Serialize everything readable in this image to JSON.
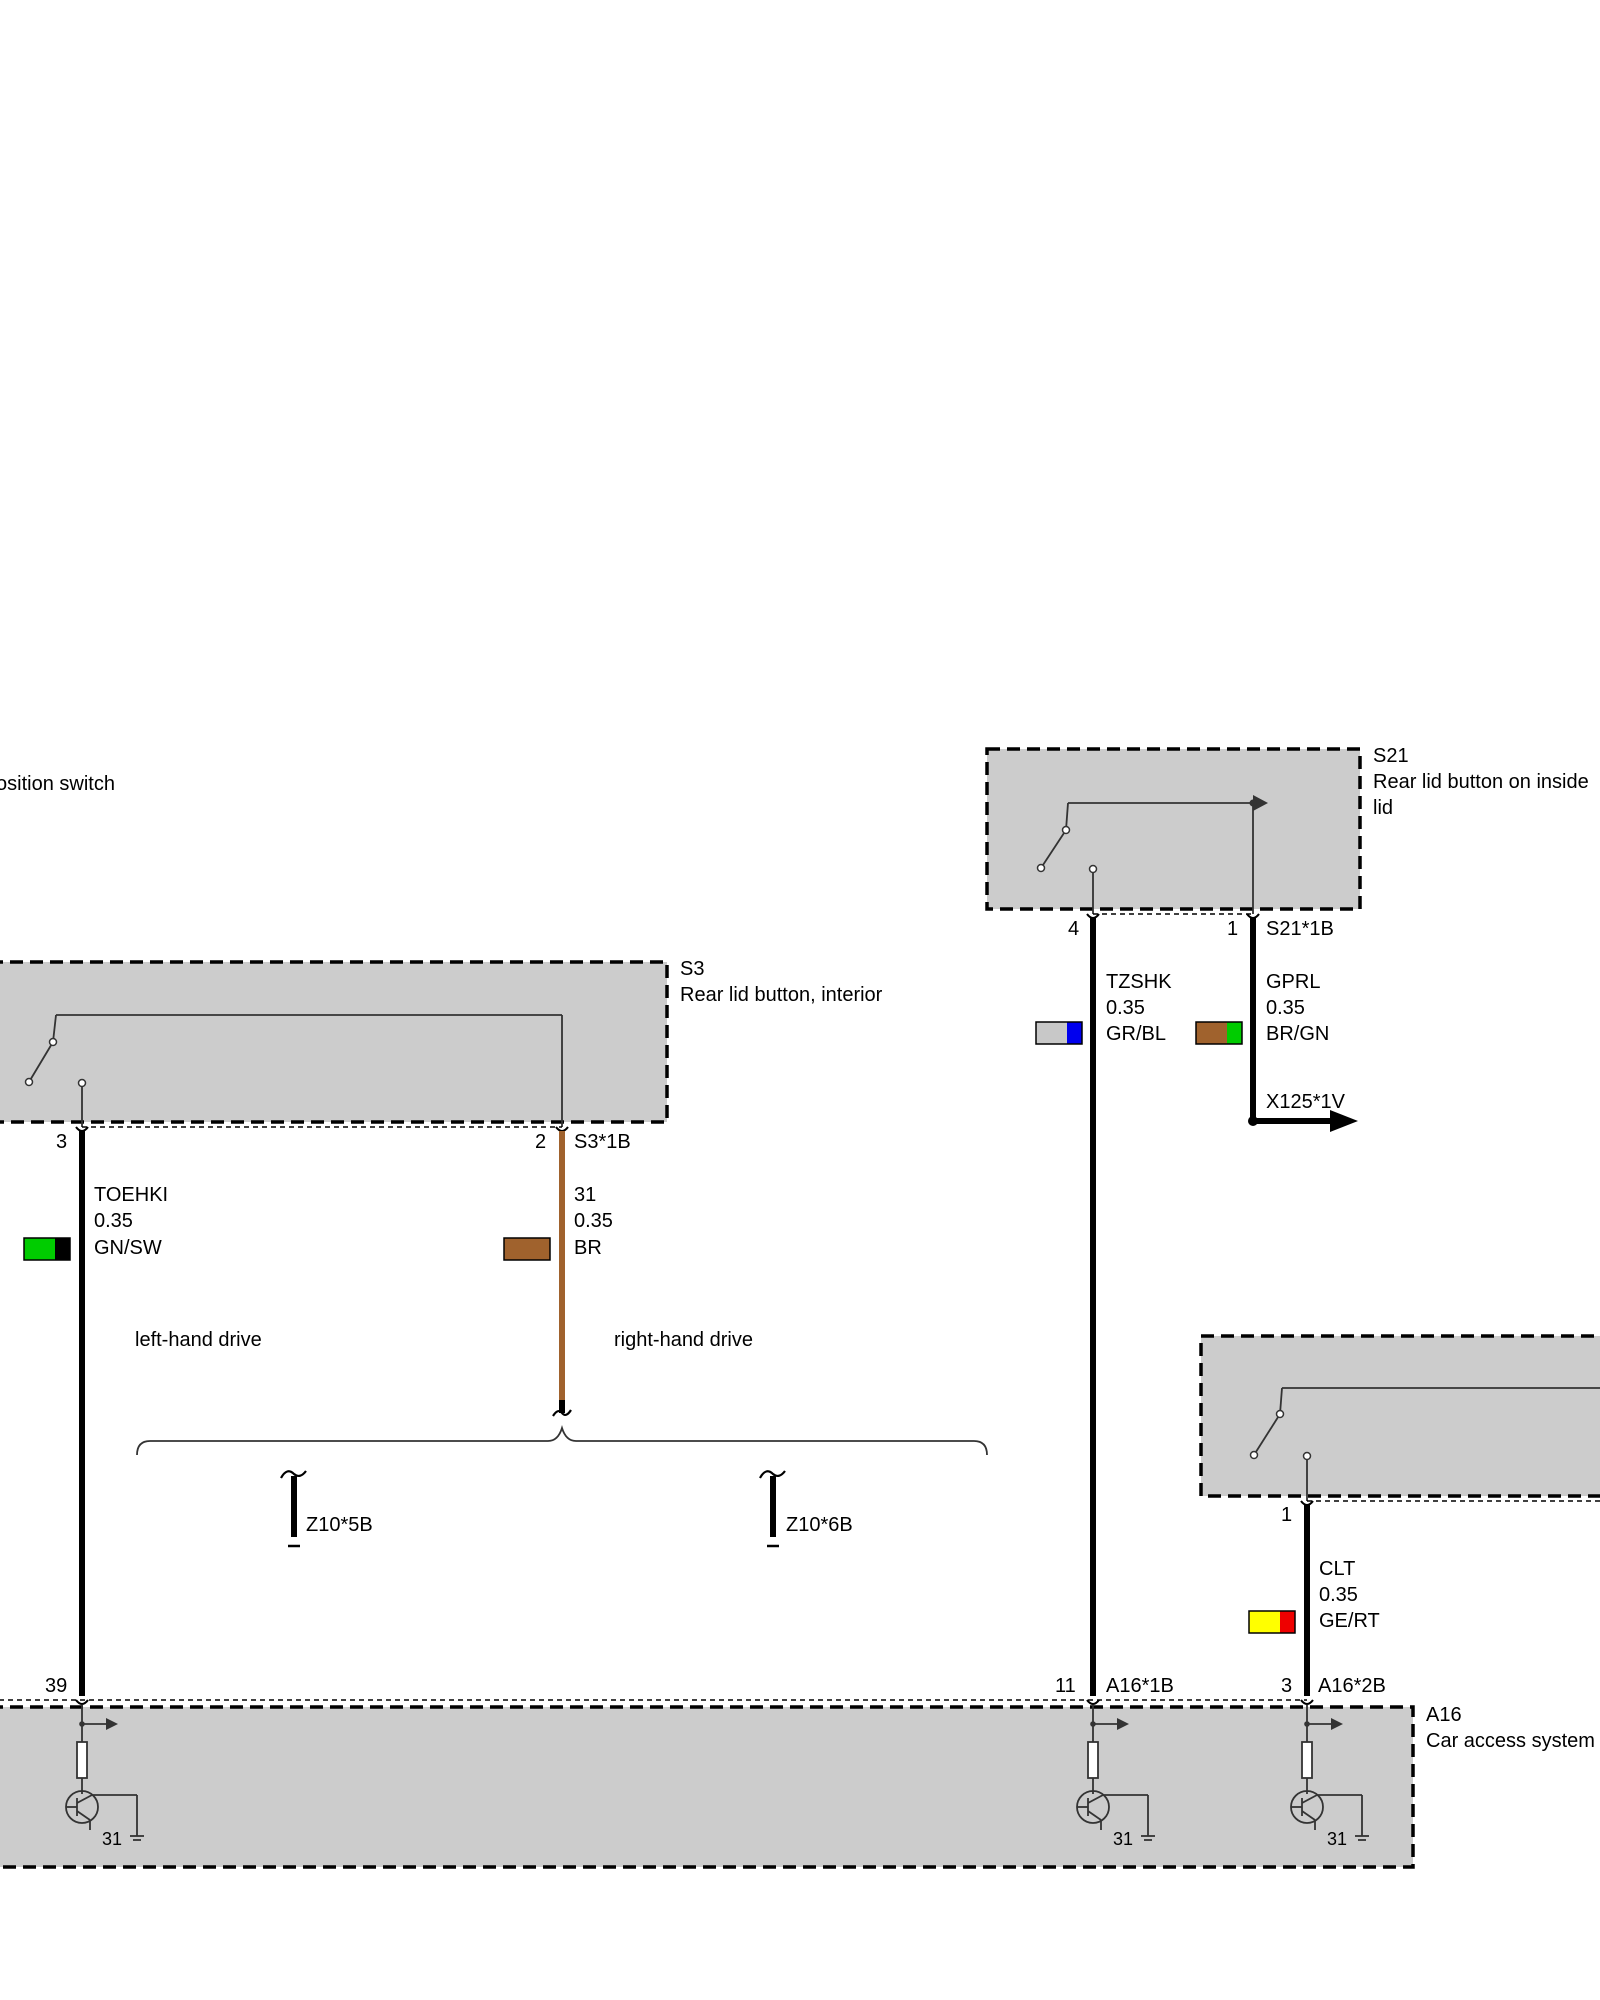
{
  "components": {
    "left_partial": {
      "label": "osition switch"
    },
    "s21": {
      "id": "S21",
      "name_line1": "Rear lid button on inside",
      "name_line2": "lid",
      "connector": "S21*1B",
      "pin_a": "4",
      "pin_b": "1"
    },
    "s3": {
      "id": "S3",
      "name": "Rear lid button, interior",
      "connector": "S3*1B",
      "pin_a": "3",
      "pin_b": "2"
    },
    "right_box": {
      "pin": "1"
    },
    "a16": {
      "id": "A16",
      "name": "Car access system",
      "connector_1": "A16*1B",
      "connector_2": "A16*2B",
      "pin_39": "39",
      "pin_11": "11",
      "pin_3": "3",
      "ground_label": "31"
    }
  },
  "wires": [
    {
      "name": "TOEHKI",
      "gauge": "0.35",
      "color": "GN/SW",
      "swatch": [
        "#00cc00",
        "#000000"
      ]
    },
    {
      "name": "31",
      "gauge": "0.35",
      "color": "BR",
      "swatch": [
        "#a0622d",
        "#a0622d"
      ]
    },
    {
      "name": "TZSHK",
      "gauge": "0.35",
      "color": "GR/BL",
      "swatch": [
        "#c8c8c8",
        "#0000ee"
      ]
    },
    {
      "name": "GPRL",
      "gauge": "0.35",
      "color": "BR/GN",
      "swatch": [
        "#a0622d",
        "#00cc00"
      ]
    },
    {
      "name": "CLT",
      "gauge": "0.35",
      "color": "GE/RT",
      "swatch": [
        "#ffff00",
        "#ee0000"
      ]
    }
  ],
  "connectors": {
    "x125": "X125*1V",
    "z10_5b": "Z10*5B",
    "z10_6b": "Z10*6B"
  },
  "notes": {
    "lhd": "left-hand drive",
    "rhd": "right-hand drive"
  }
}
